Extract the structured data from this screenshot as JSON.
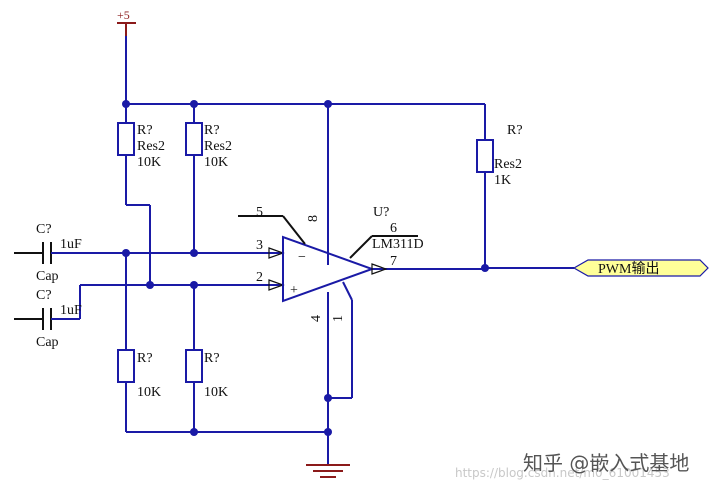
{
  "power": {
    "label": "+5"
  },
  "resistors": {
    "r1": {
      "ref": "R?",
      "type": "Res2",
      "value": "10K"
    },
    "r2": {
      "ref": "R?",
      "type": "Res2",
      "value": "10K"
    },
    "r3": {
      "ref": "R?",
      "value": "10K"
    },
    "r4": {
      "ref": "R?",
      "value": "10K"
    },
    "r5": {
      "ref": "R?",
      "type": "Res2",
      "value": "1K"
    }
  },
  "capacitors": {
    "c1": {
      "ref": "C?",
      "value": "1uF",
      "type": "Cap"
    },
    "c2": {
      "ref": "C?",
      "value": "1uF",
      "type": "Cap"
    }
  },
  "comparator": {
    "ref": "U?",
    "part": "LM311D",
    "minus_sign": "−",
    "plus_sign": "+",
    "pins": {
      "p5": "5",
      "p8": "8",
      "p3": "3",
      "p2": "2",
      "p6": "6",
      "p7": "7",
      "p4": "4",
      "p1": "1"
    }
  },
  "output_port": {
    "label": "PWM输出"
  },
  "watermark": {
    "text": "知乎 @嵌入式基地",
    "url": "https://blog.csdn.net/m0_61001453"
  },
  "colors": {
    "wire": "#1a1aa6",
    "power": "#8b1a1a",
    "port_fill": "#ffff99",
    "text": "#111111"
  }
}
